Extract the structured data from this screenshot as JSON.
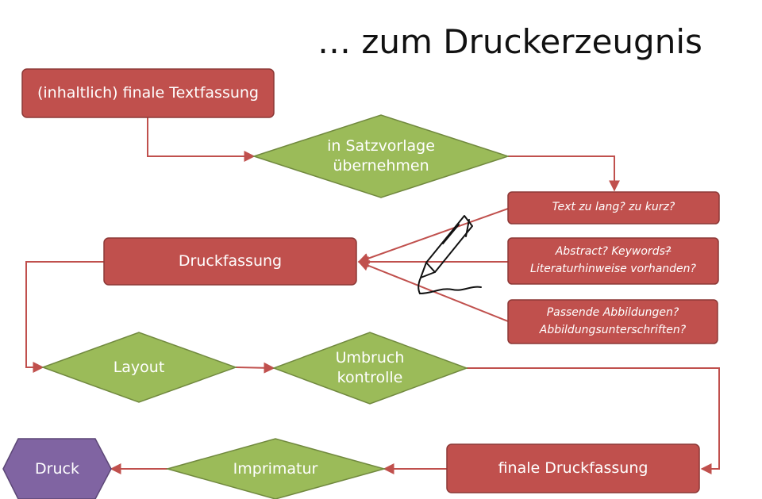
{
  "title": "… zum Druckerzeugnis",
  "nodes": {
    "textfassung": "(inhaltlich) finale Textfassung",
    "satzvorlage_1": "in Satzvorlage",
    "satzvorlage_2": "übernehmen",
    "check_text": "Text zu lang? zu kurz?",
    "check_abstract_1a": "Abstract? Keywords",
    "check_abstract_1b": "?",
    "check_abstract_2": "Literaturhinweise vorhanden?",
    "check_bild_1": "Passende Abbildungen?",
    "check_bild_2": "Abbildungsunterschriften?",
    "druckfassung": "Druckfassung",
    "layout": "Layout",
    "umbruch_1": "Umbruch",
    "umbruch_2": "kontrolle",
    "finale_druckfassung": "finale Druckfassung",
    "imprimatur": "Imprimatur",
    "druck": "Druck"
  },
  "colors": {
    "red_fill": "#c0504d",
    "red_stroke": "#8c3836",
    "green_fill": "#9bbb59",
    "green_stroke": "#71893f",
    "purple_fill": "#8064a2",
    "purple_stroke": "#5c4776",
    "connector": "#c0504d"
  },
  "icons": {
    "pen": "pen-icon"
  }
}
